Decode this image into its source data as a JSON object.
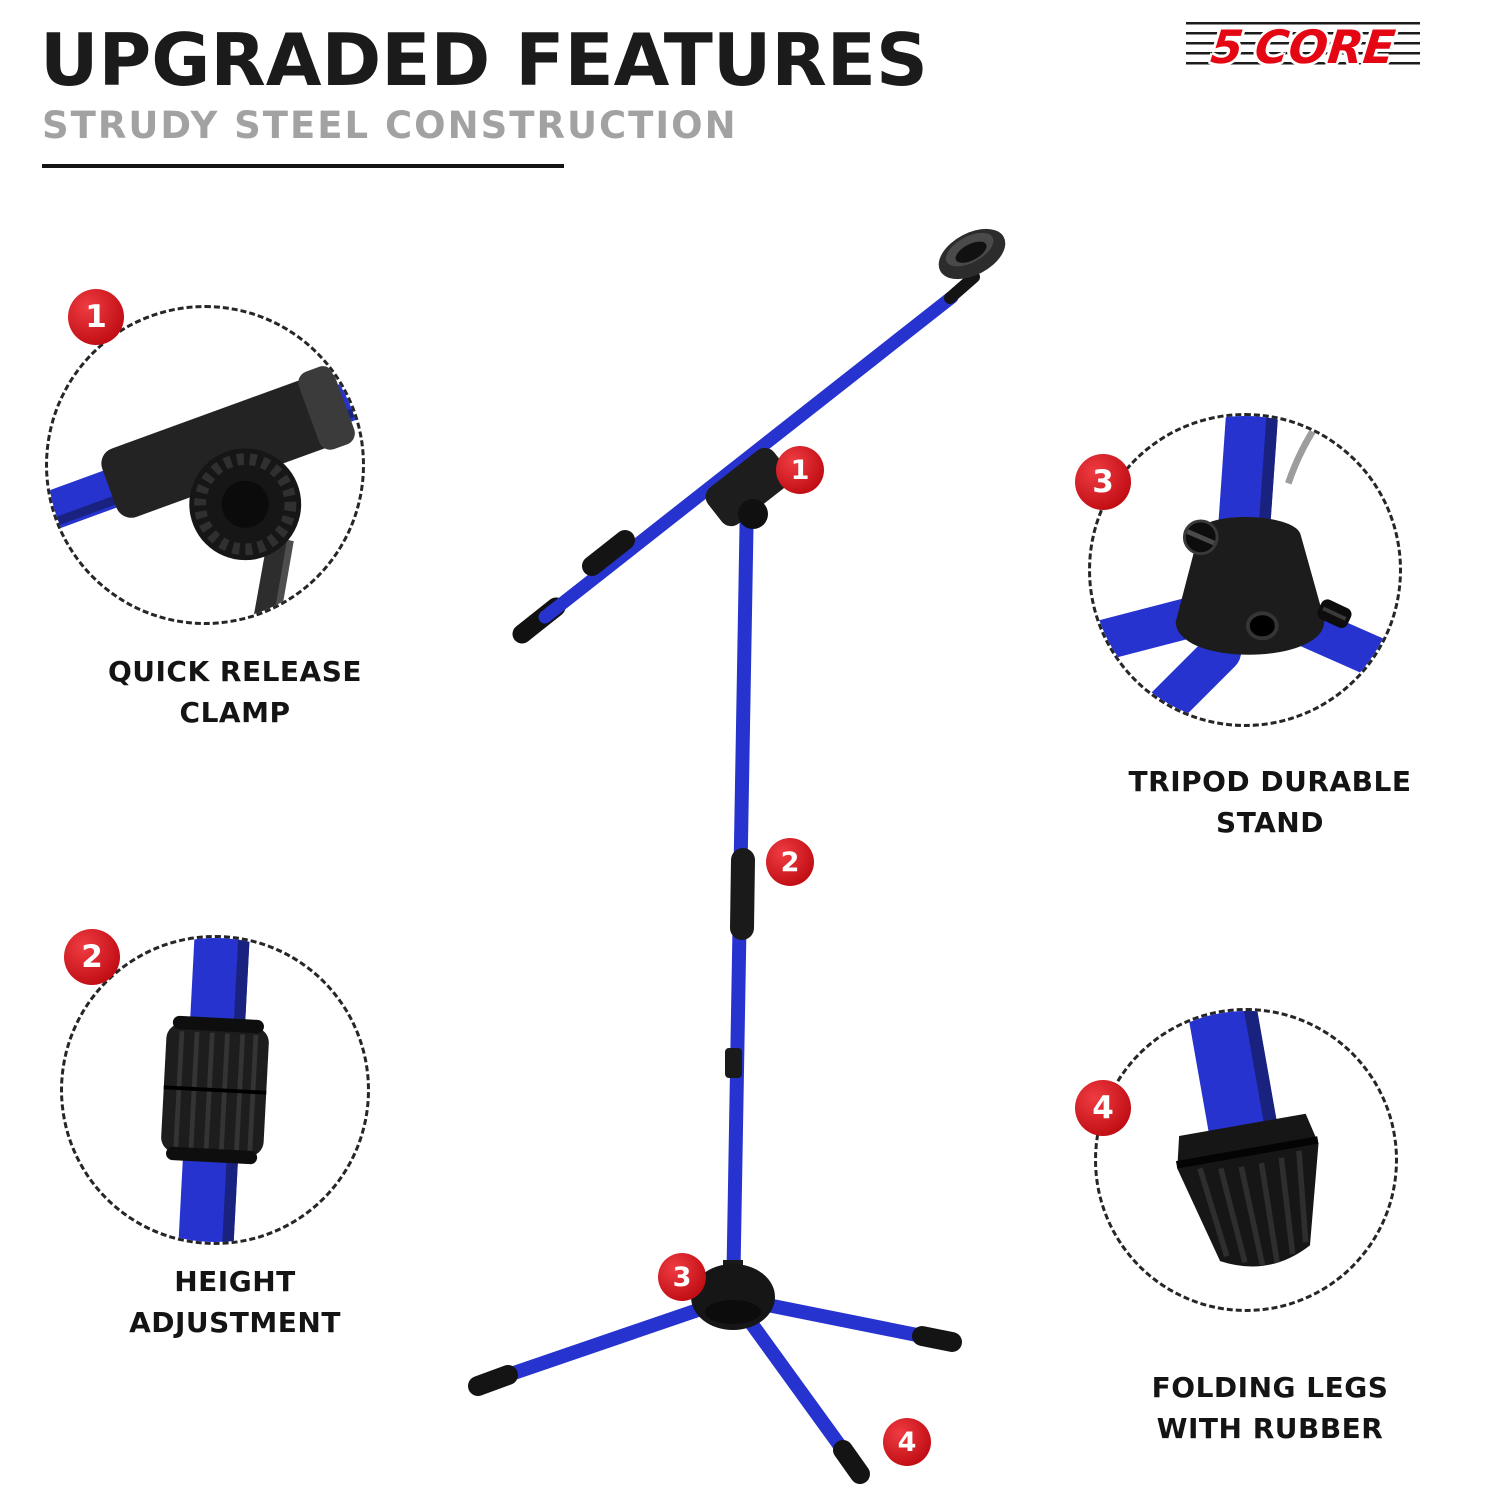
{
  "colors": {
    "tube_blue": "#2633cf",
    "tube_blue_dark": "#1a227f",
    "hardware_black": "#1a1a1a",
    "badge_red": "#d8161f",
    "brand_red": "#e40613",
    "subtitle_gray": "#a2a2a2"
  },
  "header": {
    "title": "UPGRADED FEATURES",
    "subtitle": "STRUDY STEEL CONSTRUCTION"
  },
  "brand": {
    "number": "5",
    "name": "CORE"
  },
  "callouts": [
    {
      "number": "1",
      "caption1": "QUICK RELEASE",
      "caption2": "CLAMP"
    },
    {
      "number": "2",
      "caption1": "HEIGHT",
      "caption2": "ADJUSTMENT"
    },
    {
      "number": "3",
      "caption1": "TRIPOD DURABLE",
      "caption2": "STAND"
    },
    {
      "number": "4",
      "caption1": "FOLDING LEGS",
      "caption2": "WITH RUBBER"
    }
  ]
}
